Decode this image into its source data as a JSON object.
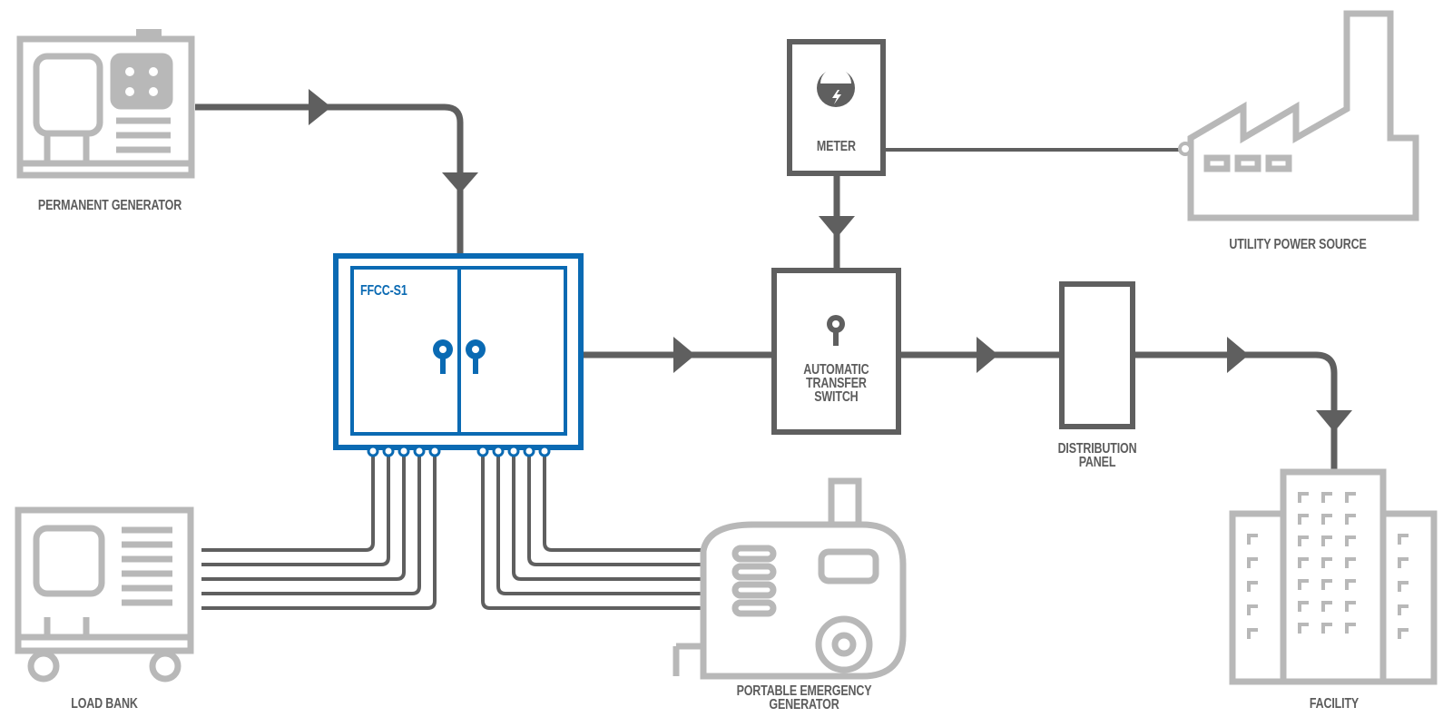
{
  "labels": {
    "permanent_generator": "PERMANENT GENERATOR",
    "ffcc": "FFCC-S1",
    "meter": "METER",
    "utility": "UTILITY POWER SOURCE",
    "ats_line1": "AUTOMATIC",
    "ats_line2": "TRANSFER",
    "ats_line3": "SWITCH",
    "distribution_line1": "DISTRIBUTION",
    "distribution_line2": "PANEL",
    "load_bank": "LOAD BANK",
    "portable_line1": "PORTABLE EMERGENCY",
    "portable_line2": "GENERATOR",
    "facility": "FACILITY"
  },
  "icons": {
    "permanent_generator": "generator-icon",
    "load_bank": "load-bank-icon",
    "portable_generator": "portable-generator-icon",
    "meter": "meter-gauge-icon",
    "utility": "factory-icon",
    "facility": "building-icon"
  },
  "colors": {
    "line": "#5f5f5f",
    "icon_gray": "#b8b8b8",
    "ffcc_blue": "#0a6ab3",
    "label": "#5c5c5c"
  }
}
